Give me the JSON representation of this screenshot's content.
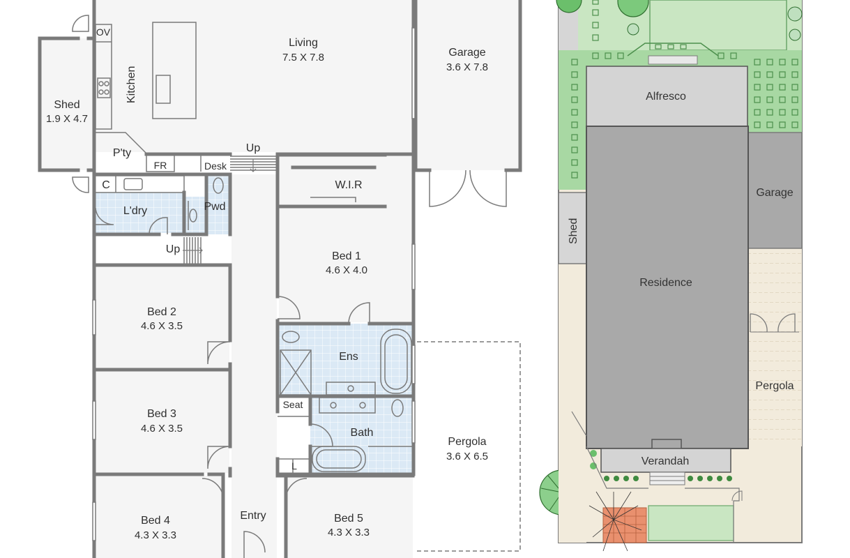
{
  "floor_plan": {
    "rooms": {
      "living": {
        "name": "Living",
        "dims": "7.5 X 7.8"
      },
      "garage": {
        "name": "Garage",
        "dims": "3.6 X 7.8"
      },
      "shed": {
        "name": "Shed",
        "dims": "1.9 X 4.7"
      },
      "kitchen": {
        "name": "Kitchen"
      },
      "bed1": {
        "name": "Bed 1",
        "dims": "4.6 X 4.0"
      },
      "bed2": {
        "name": "Bed 2",
        "dims": "4.6 X 3.5"
      },
      "bed3": {
        "name": "Bed 3",
        "dims": "4.6 X 3.5"
      },
      "bed4": {
        "name": "Bed 4",
        "dims": "4.3 X 3.3"
      },
      "bed5": {
        "name": "Bed 5",
        "dims": "4.3 X 3.3"
      },
      "pergola": {
        "name": "Pergola",
        "dims": "3.6 X 6.5"
      },
      "entry": {
        "name": "Entry"
      },
      "wir": {
        "name": "W.I.R"
      },
      "ens": {
        "name": "Ens"
      },
      "bath": {
        "name": "Bath"
      },
      "laundry": {
        "name": "L'dry"
      },
      "powder": {
        "name": "Pwd"
      },
      "pantry": {
        "name": "P'ty"
      }
    },
    "fixtures": {
      "oven": "OV",
      "fridge": "FR",
      "desk": "Desk",
      "cupboard": "C",
      "linen": "L",
      "seat": "Seat",
      "stairs_up_top": "Up",
      "stairs_up_mid": "Up"
    }
  },
  "site_plan": {
    "alfresco": "Alfresco",
    "residence": "Residence",
    "garage": "Garage",
    "shed": "Shed",
    "pergola": "Pergola",
    "verandah": "Verandah"
  },
  "colors": {
    "wall": "#7a7a7a",
    "wet_area_tile": "#dbe9f5",
    "lawn": "#c9e6c2",
    "hedge": "#84c983",
    "roof": "#a9a9a9",
    "alfresco_roof": "#d4d4d4",
    "paving": "#f2ebdc",
    "feature_tiles": "#e9906e"
  }
}
